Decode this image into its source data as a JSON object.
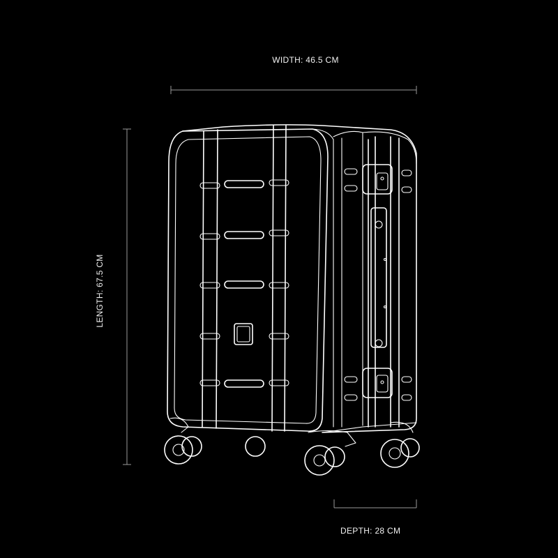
{
  "dimensions": {
    "width_label": "WIDTH: 46.5 CM",
    "length_label": "LENGTH: 67.5 CM",
    "depth_label": "DEPTH: 28 CM"
  },
  "colors": {
    "background": "#000000",
    "line": "#ffffff",
    "dimension_line": "#9a9a9a"
  }
}
